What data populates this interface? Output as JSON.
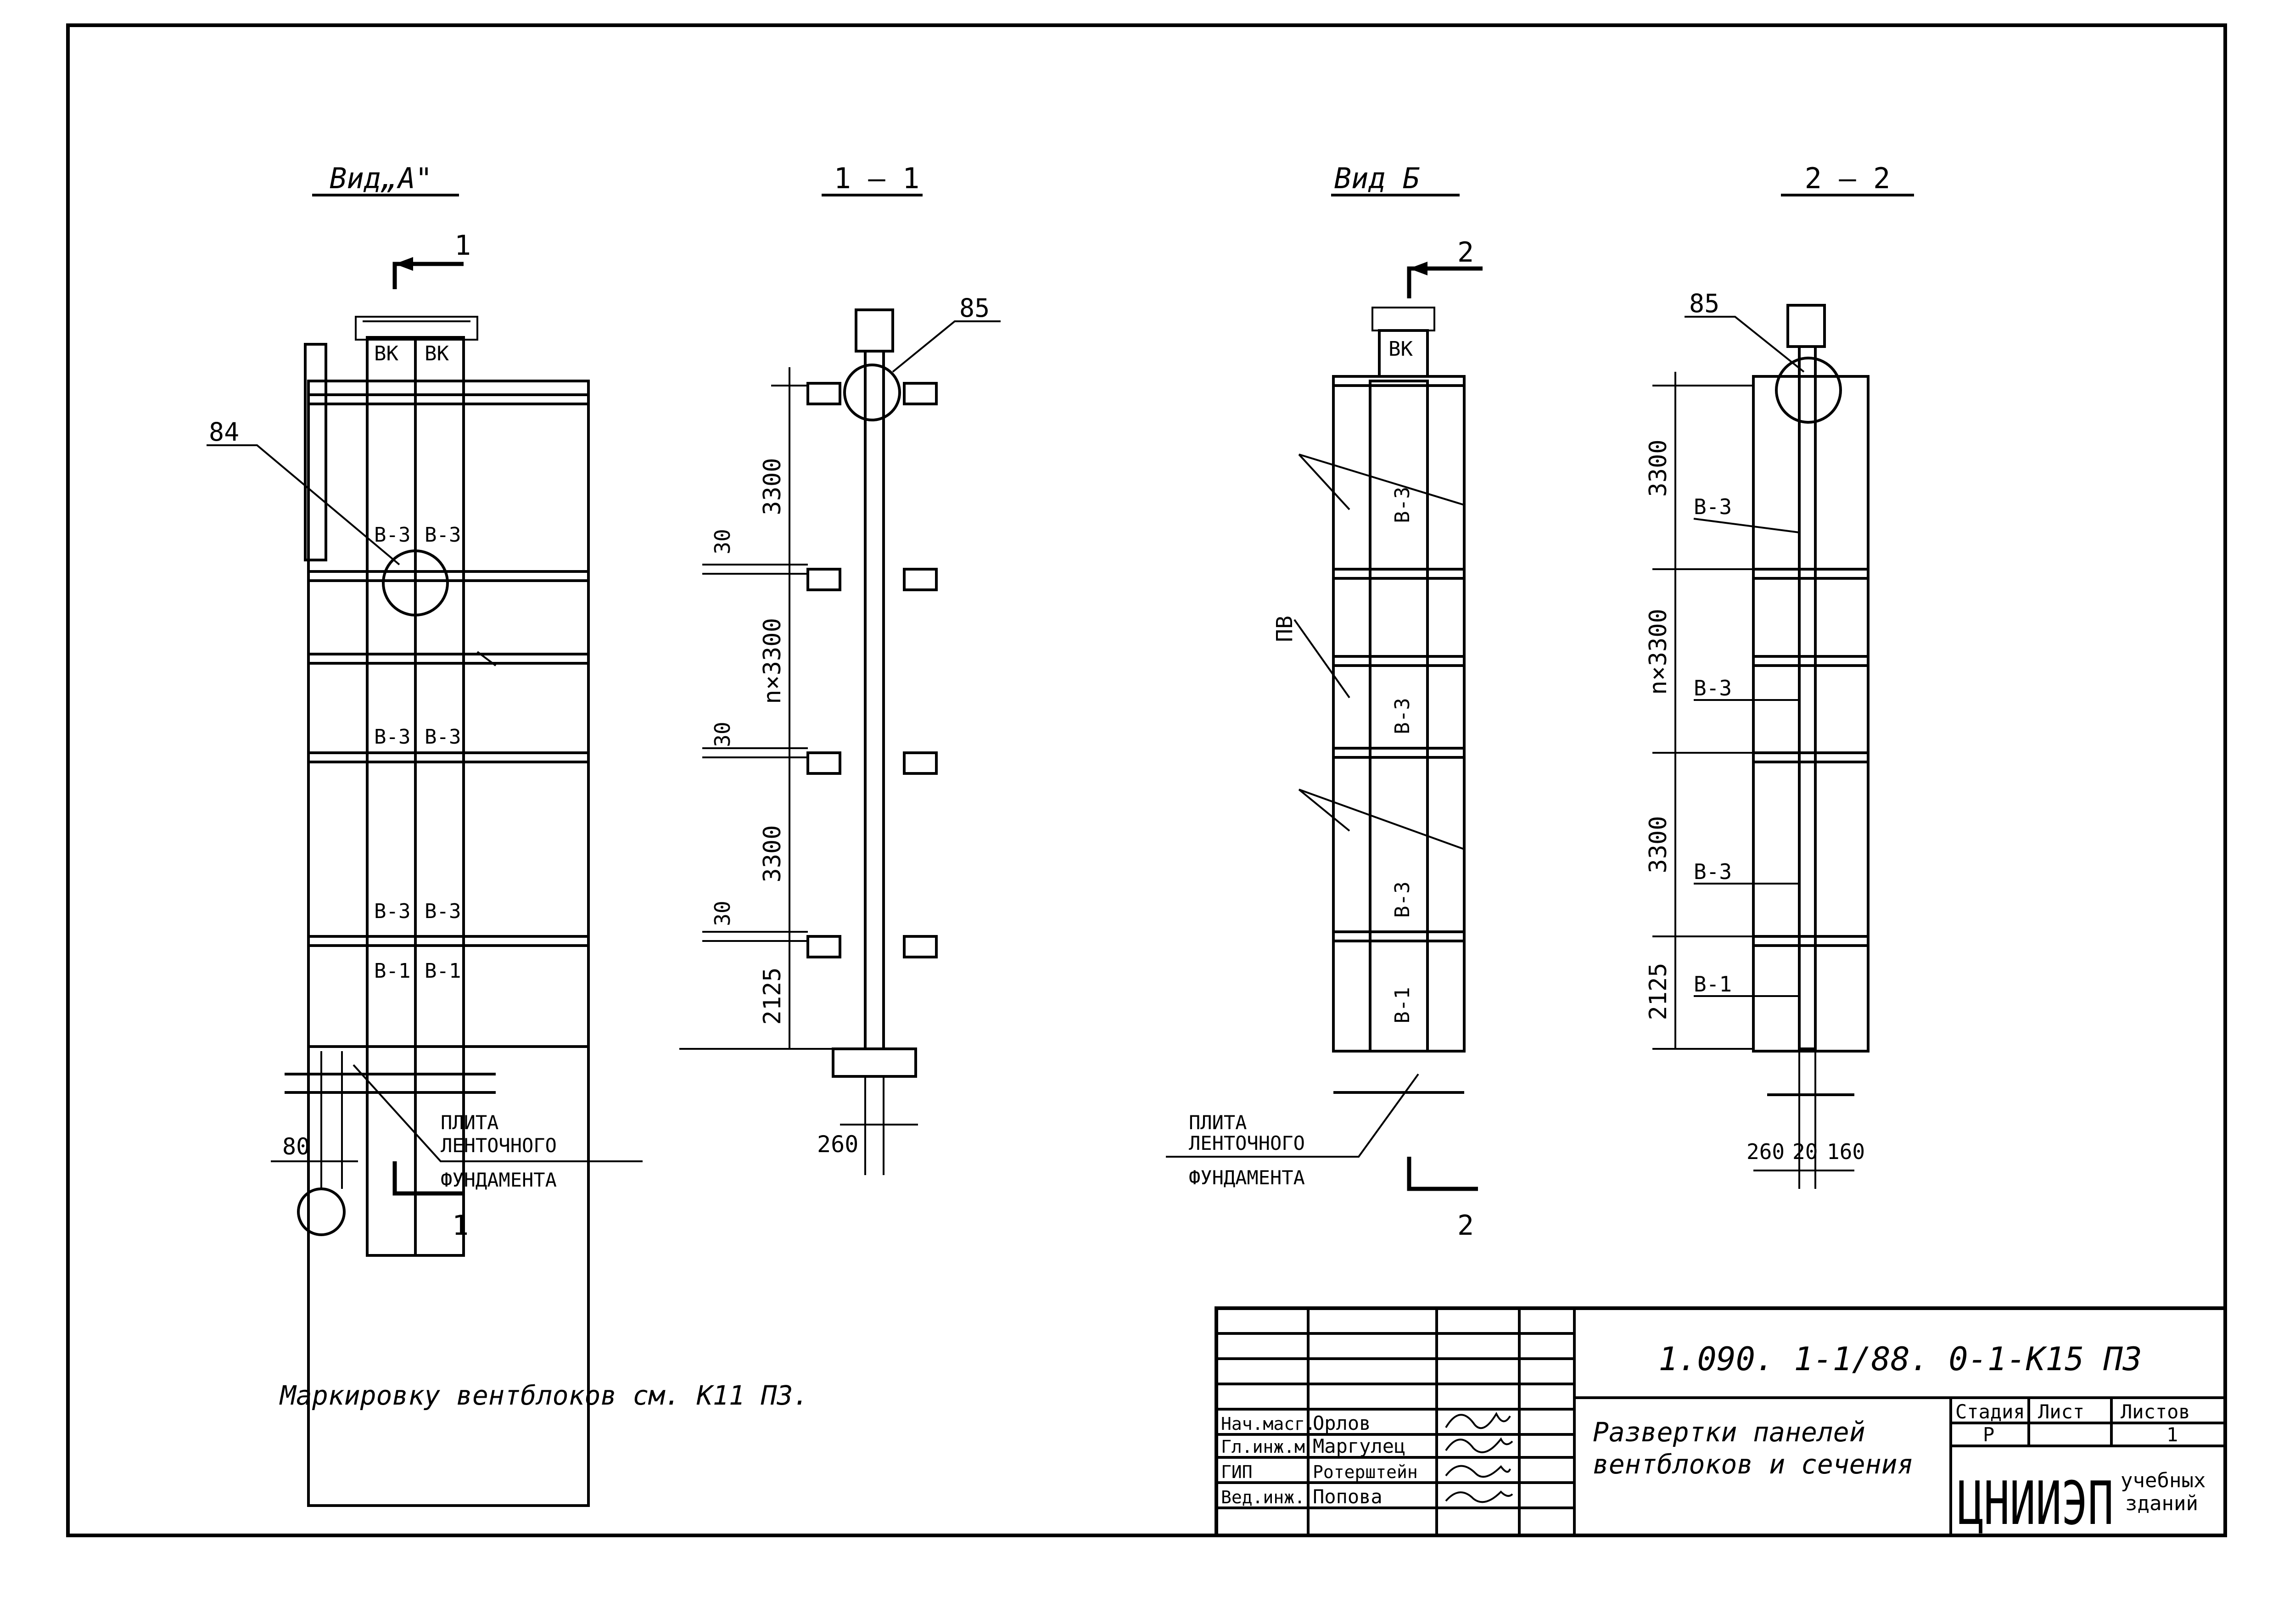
{
  "views": {
    "view_a": {
      "title": "Вид„А\"",
      "section_mark": "1",
      "callout": "84",
      "panels": [
        "ВК",
        "ВК",
        "В-3",
        "В-3",
        "В-3",
        "В-3",
        "В-3",
        "В-3",
        "В-1",
        "В-1"
      ],
      "dim_80": "80",
      "foundation": [
        "ПЛИТА",
        "ЛЕНТОЧНОГО",
        "ФУНДАМЕНТА"
      ]
    },
    "section_1": {
      "title": "1 — 1",
      "callout": "85",
      "dims": [
        "3300",
        "30",
        "n×3300",
        "30",
        "3300",
        "30",
        "2125"
      ],
      "dim_bottom": "260"
    },
    "view_b": {
      "title": "Вид Б",
      "section_mark": "2",
      "panels": [
        "ВК",
        "В-3",
        "В-3",
        "В-3",
        "В-1"
      ],
      "pv_label": "ПВ",
      "foundation": [
        "ПЛИТА",
        "ЛЕНТОЧНОГО",
        "ФУНДАМЕНТА"
      ]
    },
    "section_2": {
      "title": "2 — 2",
      "callout": "85",
      "dims": [
        "3300",
        "n×3300",
        "3300",
        "2125"
      ],
      "labels": [
        "В-3",
        "В-3",
        "В-3",
        "В-1"
      ],
      "dim_bottom": [
        "260",
        "20",
        "160"
      ]
    }
  },
  "note": "Маркировку вентблоков см. К11 ПЗ.",
  "title_block": {
    "code": "1.090. 1-1/88. 0-1-К15 ПЗ",
    "roles": [
      "Нач.масг.",
      "Гл.инж.м",
      "ГИП",
      "Вед.инж."
    ],
    "names": [
      "Орлов",
      "Маргулец",
      "Ротерштейн",
      "Попова"
    ],
    "title": [
      "Развертки панелей",
      "вентблоков и сечения"
    ],
    "stage_header": "Стадия",
    "sheet_header": "Лист",
    "sheets_header": "Листов",
    "stage": "Р",
    "sheets": "1",
    "org_logo": "ЦНИИЭП",
    "org_sub": [
      "учебных",
      "зданий"
    ]
  }
}
